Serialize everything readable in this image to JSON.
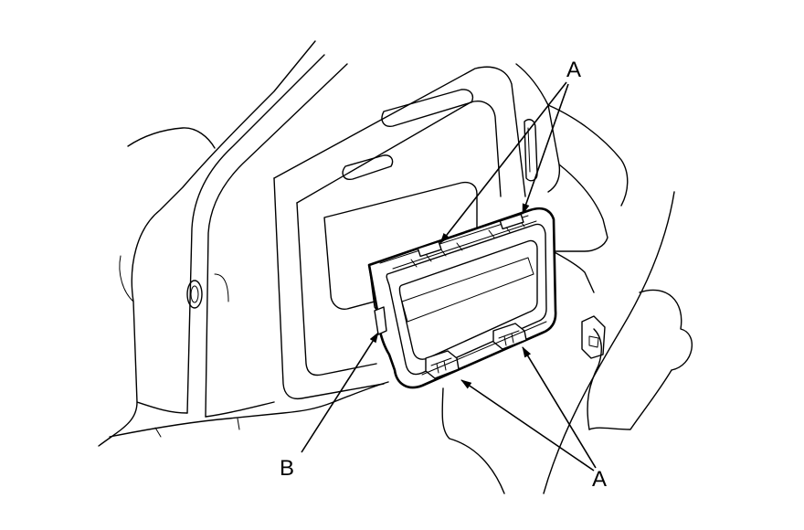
{
  "callouts": {
    "a_top": "A",
    "a_bottom": "A",
    "b": "B"
  },
  "colors": {
    "line": "#000000",
    "background": "#ffffff"
  }
}
